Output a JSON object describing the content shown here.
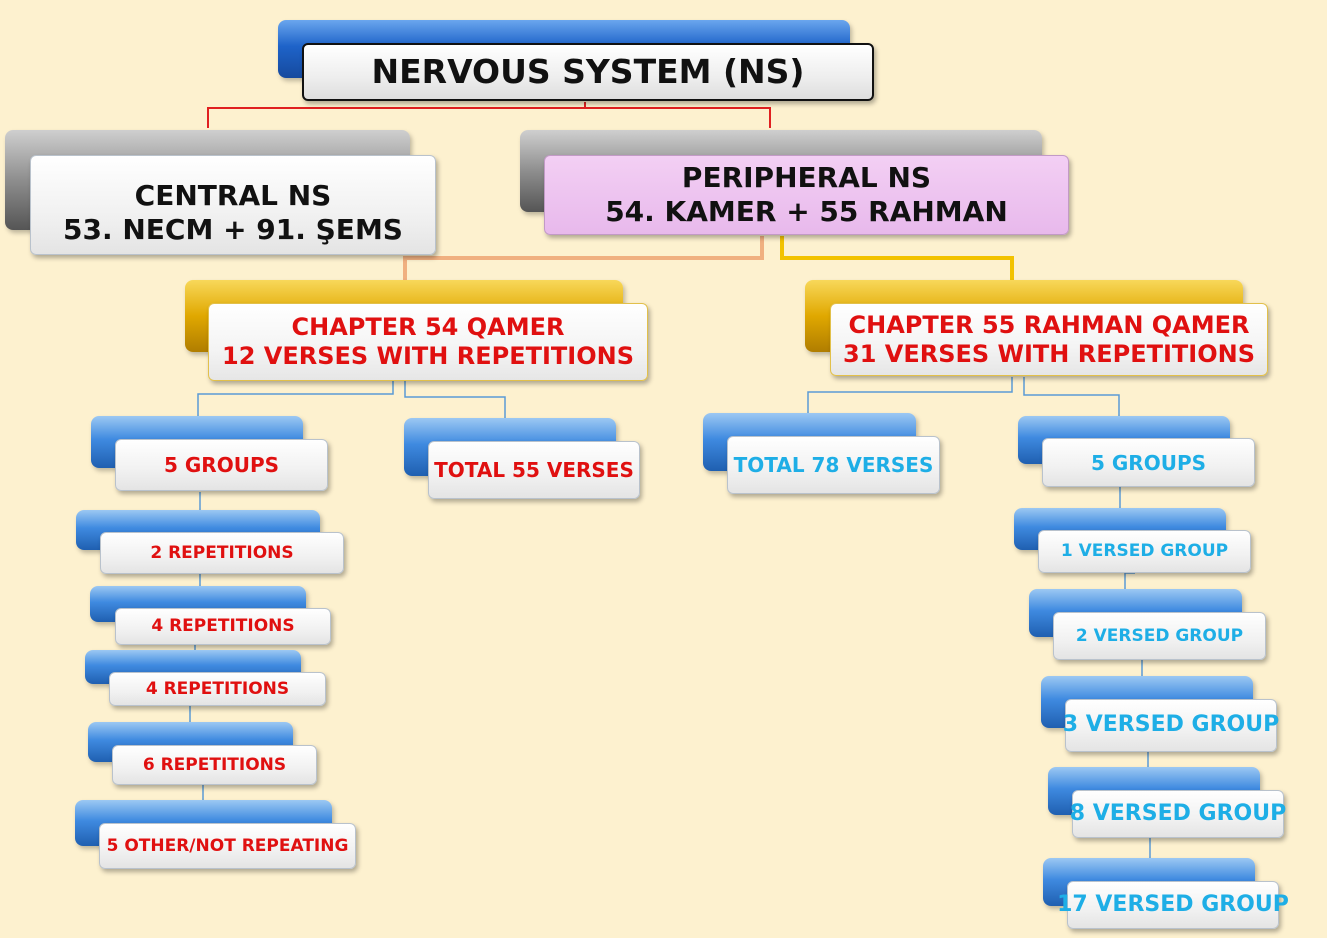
{
  "title": "NERVOUS SYSTEM (NS)",
  "central": {
    "line1": "CENTRAL NS",
    "line2": "53. NECM + 91. ŞEMS"
  },
  "peripheral": {
    "line1": "PERIPHERAL NS",
    "line2": "54. KAMER + 55 RAHMAN"
  },
  "chapter54": {
    "line1": "CHAPTER 54 QAMER",
    "line2": "12 VERSES WITH REPETITIONS",
    "groups": "5 GROUPS",
    "total": "TOTAL 55 VERSES",
    "items": [
      "2 REPETITIONS",
      "4 REPETITIONS",
      "4 REPETITIONS",
      "6 REPETITIONS",
      "5 OTHER/NOT REPEATING"
    ]
  },
  "chapter55": {
    "line1": "CHAPTER 55 RAHMAN QAMER",
    "line2": "31 VERSES WITH REPETITIONS",
    "total": "TOTAL 78 VERSES",
    "groups": "5 GROUPS",
    "items": [
      "1 VERSED GROUP",
      "2 VERSED GROUP",
      "3 VERSED GROUP",
      "8 VERSED GROUP",
      "17 VERSED GROUP"
    ]
  },
  "colors": {
    "background": "#fdf1cf",
    "red_text": "#e01010",
    "cyan_text": "#1eaee6",
    "title_connector": "#e02020",
    "peach_connector": "#f0b080",
    "gold_connector": "#f2c200",
    "blue_connector": "#5b9bd5",
    "pink_box": "#ecc3ef"
  }
}
